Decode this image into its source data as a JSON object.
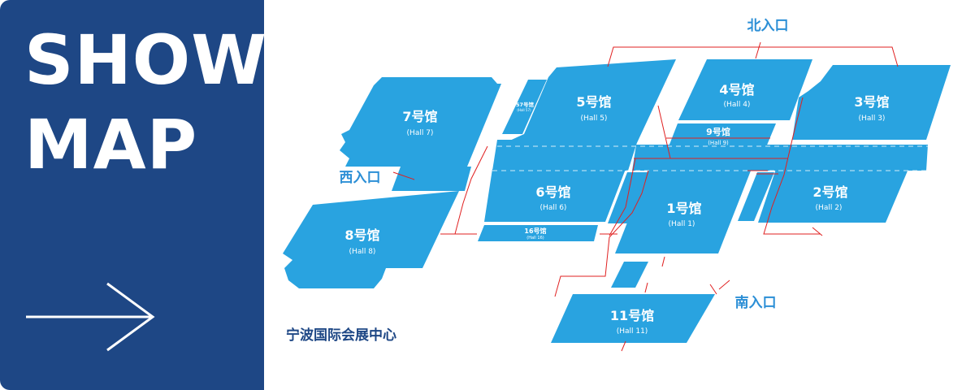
{
  "banner": {
    "title_line1": "SHOW",
    "title_line2": "MAP",
    "arrow_icon": "right-arrow-icon",
    "background_color": "#1e4785"
  },
  "map": {
    "venue_name": "宁波国际会展中心",
    "hall_color": "#29a3e0",
    "route_color": "#e02020",
    "halls": {
      "h1": {
        "name": "1号馆",
        "sub": "(Hall 1)"
      },
      "h2": {
        "name": "2号馆",
        "sub": "(Hall 2)"
      },
      "h3": {
        "name": "3号馆",
        "sub": "(Hall 3)"
      },
      "h4": {
        "name": "4号馆",
        "sub": "(Hall 4)"
      },
      "h5": {
        "name": "5号馆",
        "sub": "(Hall 5)"
      },
      "h6": {
        "name": "6号馆",
        "sub": "(Hall 6)"
      },
      "h7": {
        "name": "7号馆",
        "sub": "(Hall 7)"
      },
      "h8": {
        "name": "8号馆",
        "sub": "(Hall 8)"
      },
      "h9": {
        "name": "9号馆",
        "sub": "(Hall 9)"
      },
      "h11": {
        "name": "11号馆",
        "sub": "(Hall 11)"
      },
      "h16": {
        "name": "16号馆",
        "sub": "(Hall 16)"
      },
      "h57": {
        "name": "57号馆",
        "sub": "(Hall 57)"
      }
    },
    "entrances": {
      "north": "北入口",
      "west": "西入口",
      "south": "南入口"
    }
  }
}
